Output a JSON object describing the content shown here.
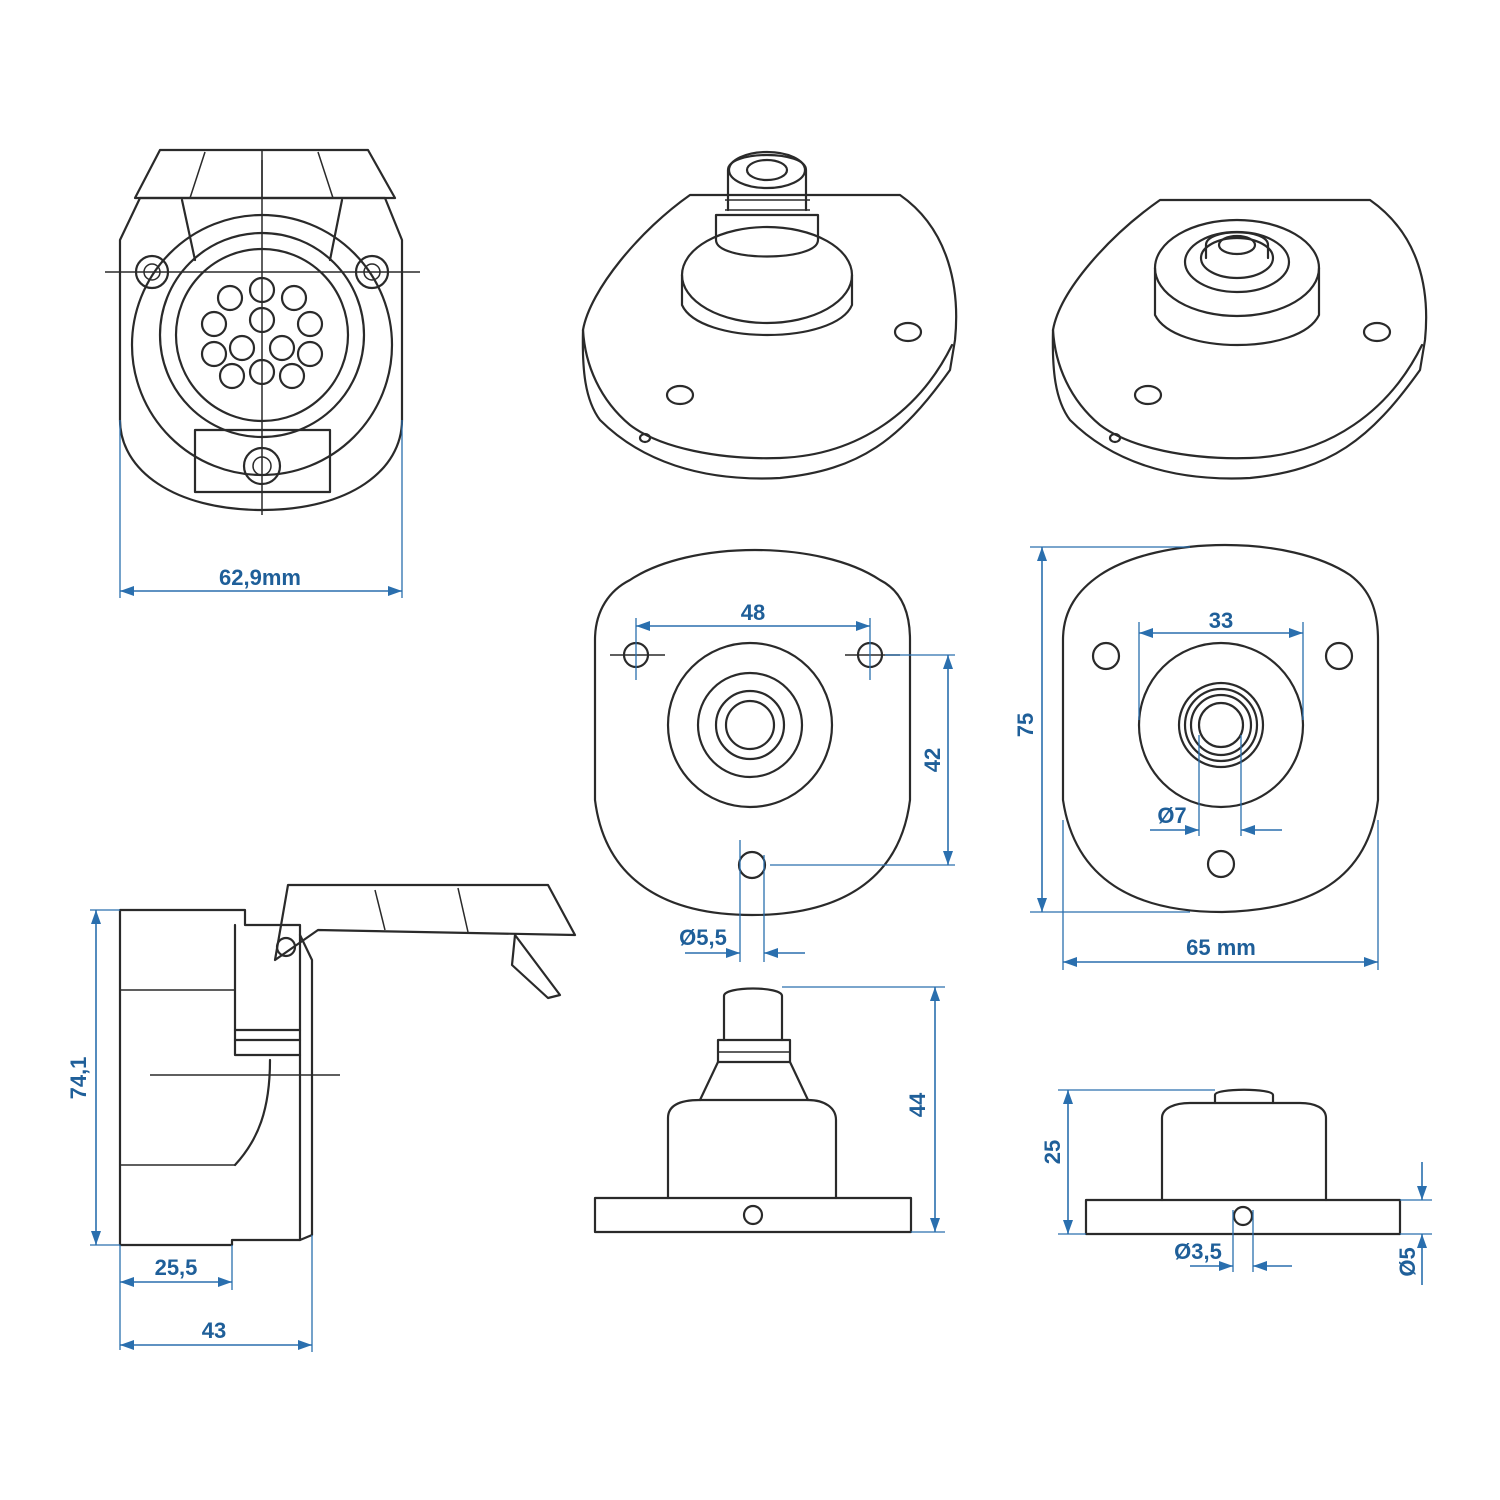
{
  "drawing": {
    "views": [
      "socket-front-view",
      "socket-side-view",
      "plate-socket-perspective-view",
      "plate-socket-perspective-view-top",
      "plate-socket-front-view-large",
      "plate-socket-front-view-small",
      "plate-socket-side-view-large",
      "plate-socket-side-view-small"
    ],
    "dimension_color": "#2a6fae",
    "line_color": "#2a2a2a",
    "dimensions": {
      "socket_width": "62,9mm",
      "socket_height": "74,1",
      "socket_depth_inner": "25,5",
      "socket_depth_total": "43",
      "hole_spacing_large": "48",
      "hole_vertical_spacing": "42",
      "hole_diameter_large": "Ø5,5",
      "plate_height": "75",
      "boss_diameter": "33",
      "bore_diameter": "Ø7",
      "plate_width": "65 mm",
      "side_height_large": "44",
      "side_height_small": "25",
      "side_hole_diameter": "Ø3,5",
      "plate_thickness": "Ø5"
    }
  }
}
